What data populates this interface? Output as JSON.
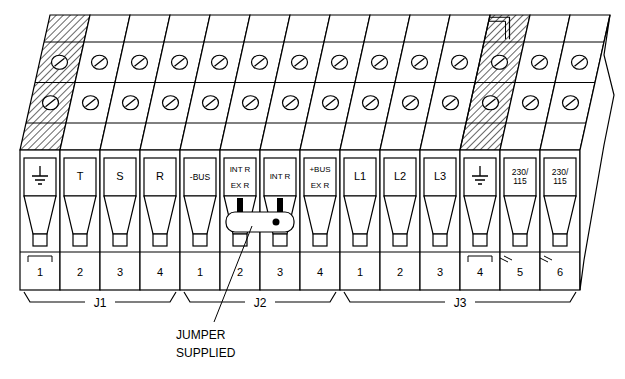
{
  "diagram": {
    "labels": [
      "T",
      "S",
      "R",
      "-BUS",
      "INT R",
      "EX R",
      "INT R",
      "+BUS",
      "EX R",
      "L1",
      "L2",
      "L3",
      "230/ 115",
      "230/ 115",
      "1",
      "2",
      "3",
      "4",
      "1",
      "2",
      "3",
      "4",
      "1",
      "2",
      "3",
      "4",
      "5",
      "6",
      "J1",
      "J2",
      "J3",
      "JUMPER SUPPLIED"
    ]
  }
}
